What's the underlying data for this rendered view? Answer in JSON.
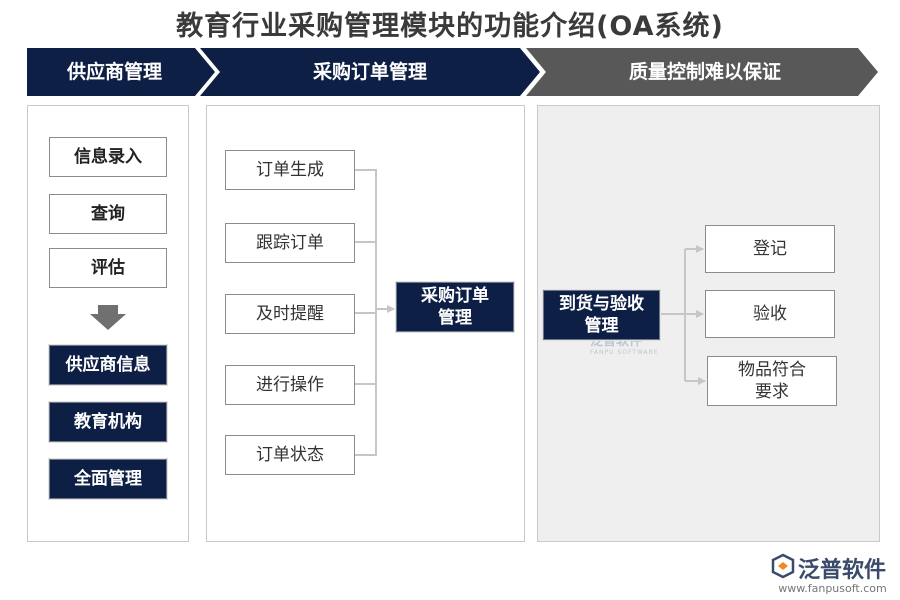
{
  "title": "教育行业采购管理模块的功能介绍(OA系统)",
  "banners": [
    "供应商管理",
    "采购订单管理",
    "质量控制难以保证"
  ],
  "supplier": {
    "top_items": [
      "信息录入",
      "查询",
      "评估"
    ],
    "bottom_items": [
      "供应商信息",
      "教育机构",
      "全面管理"
    ]
  },
  "order": {
    "items": [
      "订单生成",
      "跟踪订单",
      "及时提醒",
      "进行操作",
      "订单状态"
    ],
    "hub": "采购订单\n管理"
  },
  "quality": {
    "hub": "到货与验收\n管理",
    "items": [
      "登记",
      "验收",
      "物品符合\n要求"
    ]
  },
  "watermark": {
    "name": "泛普软件",
    "sub": "FANPU SOFTWARE"
  },
  "logo": {
    "name": "泛普软件",
    "url": "www.fanpusoft.com"
  },
  "colors": {
    "navy": "#0e1f45",
    "grey_banner": "#585858",
    "panel_grey": "#efefef"
  }
}
